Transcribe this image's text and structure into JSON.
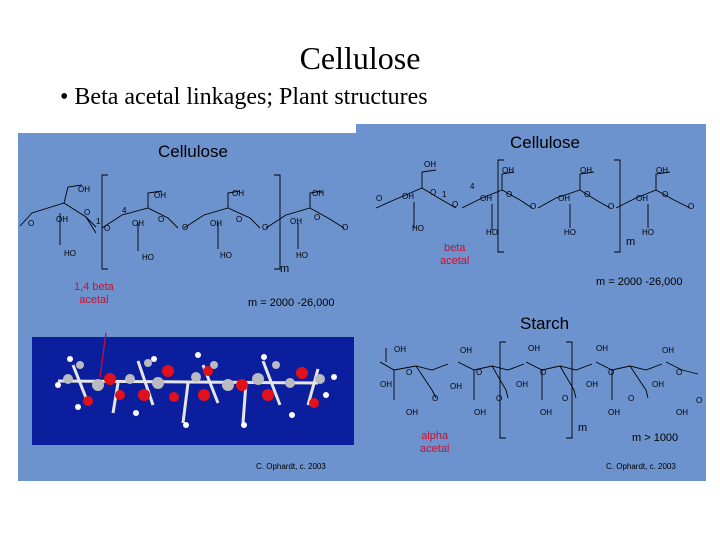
{
  "slide": {
    "title": "Cellulose",
    "bullet_marker": "•",
    "bullet_text": "Beta acetal linkages; Plant structures"
  },
  "left_figure": {
    "heading": "Cellulose",
    "label_linkage": "1,4 beta\nacetal",
    "repeat_label": "m = 2000 -26,000",
    "m_label": "m",
    "credit": "C. Ophardt, c. 2003",
    "atoms": {
      "oh": "OH",
      "o": "O",
      "ho": "HO",
      "one": "1",
      "four": "4"
    }
  },
  "right_figure": {
    "heading": "Cellulose",
    "beta_label": "beta\nacetal",
    "m_label": "m",
    "repeat_label": "m = 2000 -26,000",
    "starch_heading": "Starch",
    "alpha_label": "alpha\nacetal",
    "starch_m": "m",
    "starch_repeat": "m > 1000",
    "credit": "C. Ophardt, c. 2003",
    "atoms": {
      "oh": "OH",
      "o": "O",
      "ho": "HO",
      "one": "1",
      "four": "4"
    }
  },
  "colors": {
    "panel": "#6d93ce",
    "model_bg": "#0b1f9e",
    "oxygen": "#e0111b",
    "carbon": "#b9bbc1",
    "label_red": "#c8102e"
  }
}
